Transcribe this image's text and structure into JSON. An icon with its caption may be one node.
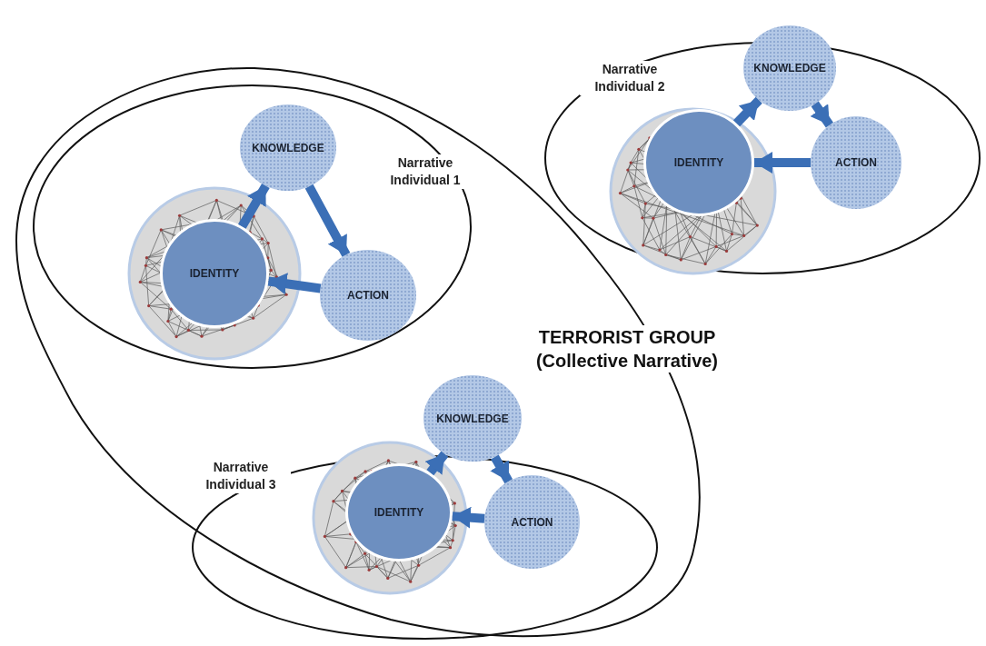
{
  "diagram": {
    "nodes": [
      {
        "text": [
          "TERRORIST GROUP (Collective Narrative)"
        ]
      },
      {
        "text": [
          "Narrative Individual 1"
        ],
        "in": 0
      },
      {
        "text": [],
        "shape": "circle",
        "in": 1
      },
      {
        "text": [
          "IDENTITY"
        ],
        "in": 2
      },
      {
        "text": [
          "KNOWLEDGE"
        ],
        "in": 1
      },
      {
        "text": [
          "ACTION"
        ],
        "in": 1
      },
      {
        "text": [
          "Narrative Individual 2"
        ]
      },
      {
        "text": [],
        "shape": "circle",
        "in": 6
      },
      {
        "text": [
          "IDENTITY"
        ],
        "in": 7
      },
      {
        "text": [
          "KNOWLEDGE"
        ]
      },
      {
        "text": [
          "ACTION"
        ],
        "in": 6
      },
      {
        "text": [
          "Narrative Individual 3"
        ],
        "in": 0
      },
      {
        "text": [],
        "shape": "circle",
        "in": 11
      },
      {
        "text": [
          "IDENTITY"
        ],
        "in": 12
      },
      {
        "text": [
          "KNOWLEDGE"
        ],
        "in": 0
      },
      {
        "text": [
          "ACTION"
        ],
        "in": 11
      }
    ],
    "edges": [
      {
        "from": 3,
        "to": 4,
        "arrow": "to"
      },
      {
        "from": 4,
        "to": 5,
        "arrow": "to"
      },
      {
        "from": 5,
        "to": 3,
        "arrow": "to"
      },
      {
        "from": 8,
        "to": 9,
        "arrow": "to"
      },
      {
        "from": 9,
        "to": 10,
        "arrow": "to"
      },
      {
        "from": 10,
        "to": 8,
        "arrow": "to"
      },
      {
        "from": 13,
        "to": 14,
        "arrow": "to"
      },
      {
        "from": 14,
        "to": 15,
        "arrow": "to"
      },
      {
        "from": 15,
        "to": 13,
        "arrow": "to"
      }
    ]
  }
}
